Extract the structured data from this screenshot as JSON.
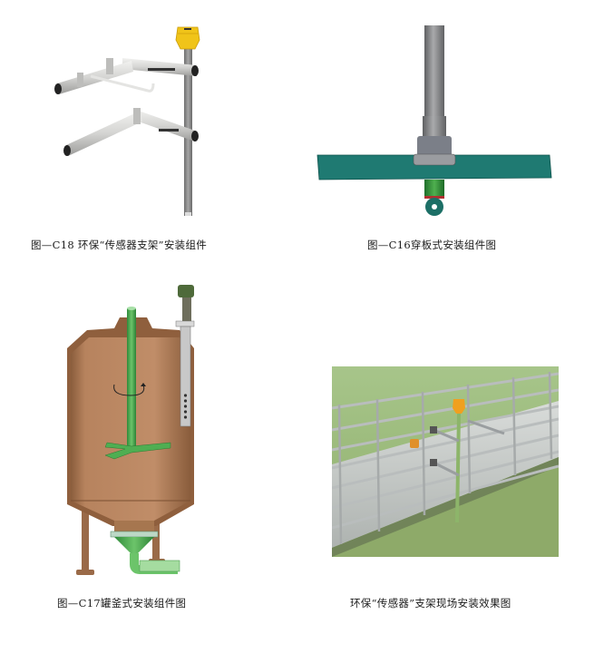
{
  "figures": [
    {
      "id": "C18",
      "caption": "图—C18 环保“传感器支架”安装组件",
      "subject": "wall/railing sensor bracket with two arms and yellow sensor head",
      "colors": {
        "pole": "#8a8a8a",
        "arm": "#d8d8d6",
        "sensor": "#f0c419"
      }
    },
    {
      "id": "C16",
      "caption": "图—C16穿板式安装组件图",
      "subject": "through-plate mounting: vertical pipe passing through a teal plate with green probe below",
      "colors": {
        "pipe": "#8c8c8e",
        "plate": "#1f7a72",
        "probe": "#2e8b3e",
        "ring": "#b03030"
      }
    },
    {
      "id": "C17",
      "caption": "图—C17罐釜式安装组件图",
      "subject": "tank/kettle mounting: brown cutaway tank with green agitator and side sensor tube",
      "colors": {
        "tank": "#a8744f",
        "tank_inner": "#b88460",
        "agitator": "#4caf50",
        "tube": "#cfcfcf"
      }
    },
    {
      "id": "site",
      "caption": "环保“传感器”支架现场安装效果图",
      "subject": "on-site photo rendering of sensor bracket installed on pool railing",
      "colors": {
        "water": "#9cb77c",
        "wall": "#c9cdca",
        "rail": "#b9bdbd",
        "pole": "#8db56a",
        "sensor": "#f0a020"
      }
    }
  ]
}
